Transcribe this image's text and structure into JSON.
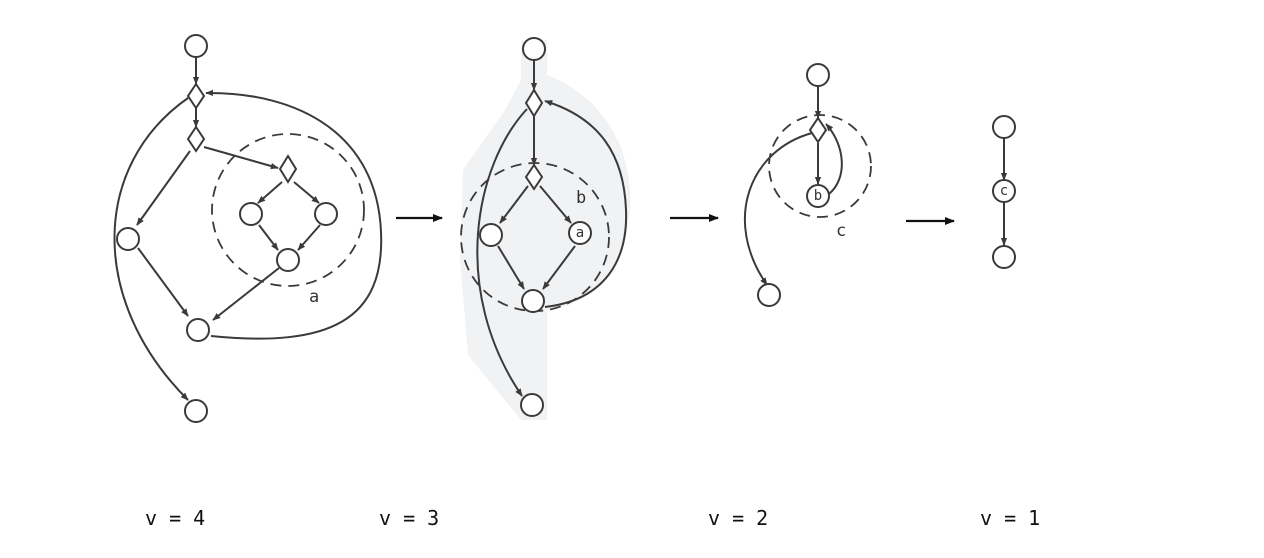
{
  "colors": {
    "line": "#3a3a3a",
    "shade": "#f1f2f4",
    "arrow": "#111111"
  },
  "captions": [
    "v = 4",
    "v = 3",
    "v = 2",
    "v = 1"
  ],
  "region_labels": {
    "a": "a",
    "b": "b",
    "c": "c"
  },
  "node_labels": {
    "a": "a",
    "b": "b",
    "c": "c"
  }
}
